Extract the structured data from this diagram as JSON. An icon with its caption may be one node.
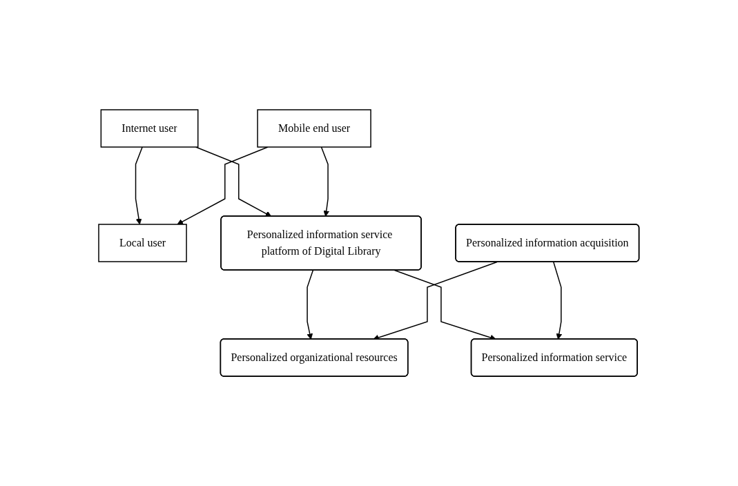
{
  "diagram": {
    "nodes": [
      {
        "text": [
          "Internet user"
        ]
      },
      {
        "text": [
          "Mobile end user"
        ]
      },
      {
        "text": [
          "Local user"
        ]
      },
      {
        "text": [
          "Personalized information service platform of Digital Library"
        ]
      },
      {
        "text": [
          "Personalized information acquisition"
        ]
      },
      {
        "text": [
          "Personalized organizational resources"
        ]
      },
      {
        "text": [
          "Personalized information service"
        ]
      }
    ],
    "edges": [
      {
        "from": 0,
        "to": 2,
        "arrow": "to"
      },
      {
        "from": 0,
        "to": 3,
        "arrow": "to"
      },
      {
        "from": 1,
        "to": 2,
        "arrow": "to"
      },
      {
        "from": 1,
        "to": 3,
        "arrow": "to"
      },
      {
        "from": 3,
        "to": 5,
        "arrow": "to"
      },
      {
        "from": 3,
        "to": 6,
        "arrow": "to"
      },
      {
        "from": 4,
        "to": 5,
        "arrow": "to"
      },
      {
        "from": 4,
        "to": 6,
        "arrow": "to"
      }
    ]
  }
}
